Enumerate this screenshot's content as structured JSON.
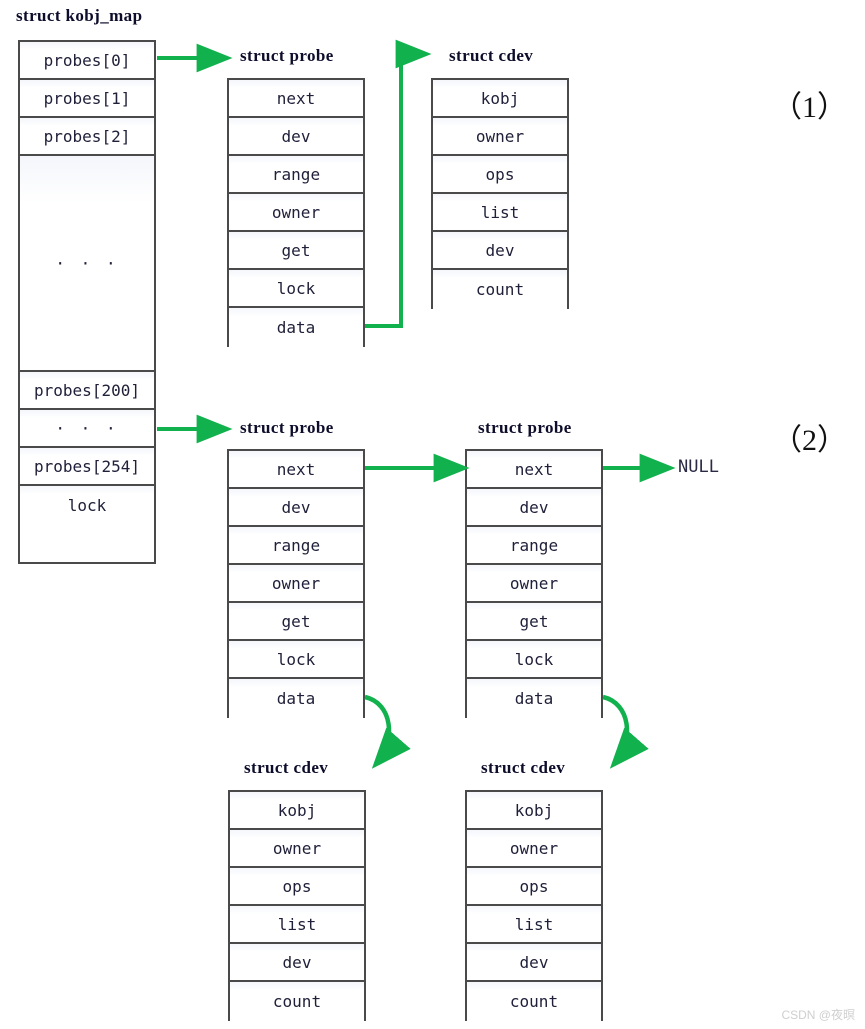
{
  "diagram": {
    "title": "struct kobj_map",
    "accent_color": "#11b14e",
    "box_border_color": "#4a4a4a",
    "sections": [
      {
        "index_label": "（1）"
      },
      {
        "index_label": "（2）"
      }
    ],
    "watermark": "CSDN @夜暝"
  },
  "kobj_map": {
    "title": "struct kobj_map",
    "rows": [
      "probes[0]",
      "probes[1]",
      "probes[2]",
      "· · ·",
      "probes[200]",
      "· · ·",
      "probes[254]",
      "lock"
    ]
  },
  "probe_struct": {
    "title": "struct probe",
    "rows": [
      "next",
      "dev",
      "range",
      "owner",
      "get",
      "lock",
      "data"
    ]
  },
  "cdev_struct": {
    "title": "struct cdev",
    "rows": [
      "kobj",
      "owner",
      "ops",
      "list",
      "dev",
      "count"
    ]
  },
  "section1": {
    "probe": {
      "title": "struct probe",
      "rows": [
        "next",
        "dev",
        "range",
        "owner",
        "get",
        "lock",
        "data"
      ]
    },
    "cdev": {
      "title": "struct cdev",
      "rows": [
        "kobj",
        "owner",
        "ops",
        "list",
        "dev",
        "count"
      ]
    },
    "index_label": "（1）"
  },
  "section2": {
    "probe_a": {
      "title": "struct probe",
      "rows": [
        "next",
        "dev",
        "range",
        "owner",
        "get",
        "lock",
        "data"
      ]
    },
    "probe_b": {
      "title": "struct probe",
      "rows": [
        "next",
        "dev",
        "range",
        "owner",
        "get",
        "lock",
        "data"
      ]
    },
    "cdev_a": {
      "title": "struct cdev",
      "rows": [
        "kobj",
        "owner",
        "ops",
        "list",
        "dev",
        "count"
      ]
    },
    "cdev_b": {
      "title": "struct cdev",
      "rows": [
        "kobj",
        "owner",
        "ops",
        "list",
        "dev",
        "count"
      ]
    },
    "null_label": "NULL",
    "index_label": "（2）"
  }
}
